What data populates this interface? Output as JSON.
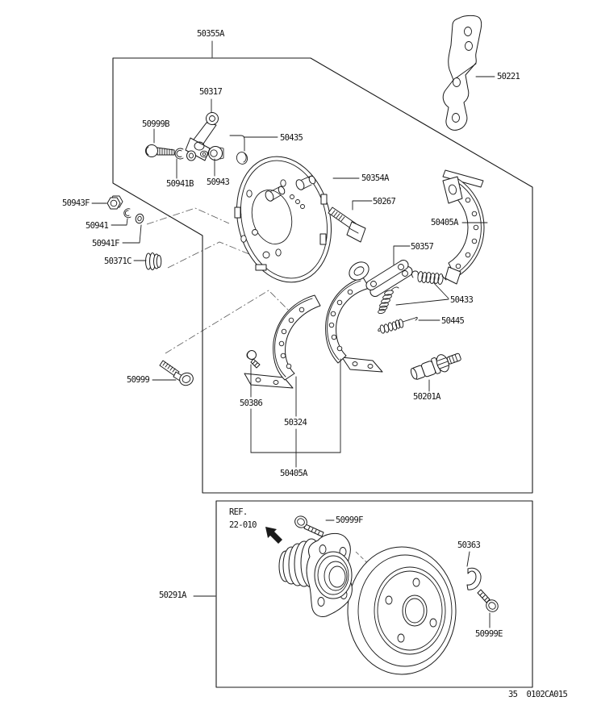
{
  "colors": {
    "line": "#1a1a1a",
    "background": "#ffffff"
  },
  "labels": {
    "p50355A": "50355A",
    "p50221": "50221",
    "p50317": "50317",
    "p50999B": "50999B",
    "p50435": "50435",
    "p50941B": "50941B",
    "p50943": "50943",
    "p50354A": "50354A",
    "p50267": "50267",
    "p50943F": "50943F",
    "p50941": "50941",
    "p50941F": "50941F",
    "p50371C": "50371C",
    "p50999": "50999",
    "p50405A_right": "50405A",
    "p50357": "50357",
    "p50433": "50433",
    "p50445": "50445",
    "p50201A": "50201A",
    "p50386": "50386",
    "p50324": "50324",
    "p50405A_bottom": "50405A",
    "p50291A": "50291A",
    "p50999F": "50999F",
    "p50363": "50363",
    "p50999E": "50999E"
  },
  "ref_note": {
    "line1": "REF.",
    "line2": "22-010"
  },
  "footer": {
    "code": "35  0102CA015"
  }
}
